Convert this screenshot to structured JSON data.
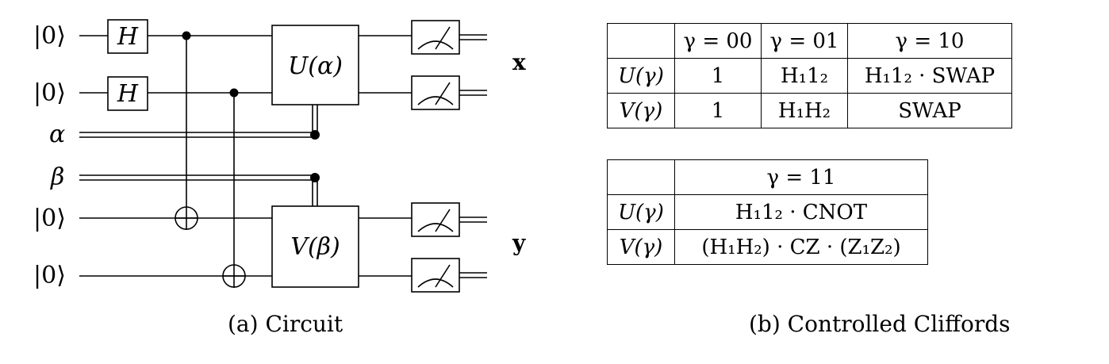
{
  "circuit": {
    "inputs": [
      "|0⟩",
      "|0⟩",
      "α",
      "β",
      "|0⟩",
      "|0⟩"
    ],
    "gates": {
      "h1": "H",
      "h2": "H",
      "u": "U(α)",
      "v": "V(β)"
    },
    "outputs": {
      "x": "x",
      "y": "y"
    },
    "caption": "(a) Circuit"
  },
  "table1": {
    "header": [
      "",
      "γ = 00",
      "γ = 01",
      "γ = 10"
    ],
    "rows": [
      [
        "U(γ)",
        "1",
        "H₁1₂",
        "H₁1₂ · SWAP"
      ],
      [
        "V(γ)",
        "1",
        "H₁H₂",
        "SWAP"
      ]
    ]
  },
  "table2": {
    "header": [
      "",
      "γ = 11"
    ],
    "rows": [
      [
        "U(γ)",
        "H₁1₂ · CNOT"
      ],
      [
        "V(γ)",
        "(H₁H₂) · CZ · (Z₁Z₂)"
      ]
    ]
  },
  "caption_b": "(b) Controlled Cliffords"
}
